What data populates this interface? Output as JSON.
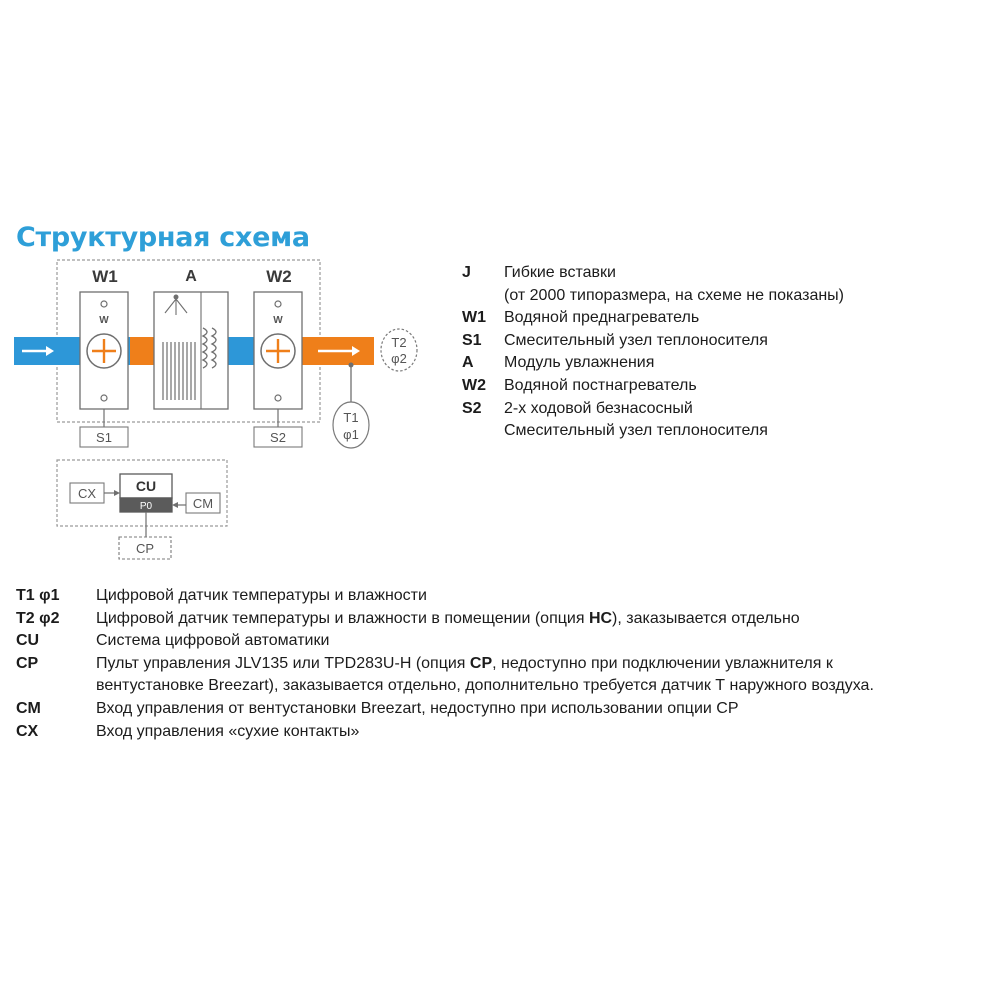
{
  "title": "Структурная схема",
  "colors": {
    "title": "#2e9fd8",
    "cold_air": "#2d97d8",
    "warm_air": "#ef7f1a",
    "box_border": "#6f6f6f",
    "cu_dark": "#5b5b5b"
  },
  "diagram": {
    "w1_label": "W1",
    "a_label": "A",
    "w2_label": "W2",
    "w_symbol": "W",
    "s1_label": "S1",
    "s2_label": "S2",
    "t1_label": "T1",
    "phi1_label": "φ1",
    "t2_label": "T2",
    "phi2_label": "φ2",
    "cu_label": "CU",
    "p0_label": "P0",
    "cx_label": "CX",
    "cm_label": "CM",
    "cp_label": "CP"
  },
  "legend_top": [
    {
      "code": "J",
      "text": "Гибкие вставки"
    },
    {
      "code": "",
      "text": "(от 2000 типоразмера, на схеме не показаны)"
    },
    {
      "code": "W1",
      "text": "Водяной преднагреватель"
    },
    {
      "code": "S1",
      "text": "Смесительный узел теплоносителя"
    },
    {
      "code": "A",
      "text": "Модуль увлажнения"
    },
    {
      "code": "W2",
      "text": "Водяной постнагреватель"
    },
    {
      "code": "S2",
      "text": "2-х ходовой безнасосный"
    },
    {
      "code": "",
      "text": "Смесительный узел теплоносителя"
    }
  ],
  "legend_bottom": {
    "t1": {
      "code": "T1 φ1",
      "text": "Цифровой датчик температуры и влажности"
    },
    "t2": {
      "code": "T2 φ2",
      "text_before": "Цифровой датчик температуры и влажности в помещении (опция ",
      "bold": "HC",
      "text_after": "), заказывается отдельно"
    },
    "cu": {
      "code": "CU",
      "text": "Система цифровой автоматики"
    },
    "cp": {
      "code": "CP",
      "text_before": "Пульт управления JLV135 или TPD283U-H (опция ",
      "bold": "CP",
      "text_after": ", недоступно при подключении увлажнителя к",
      "line2": "вентустановке Breezart), заказывается отдельно, дополнительно требуется датчик Т наружного воздуха."
    },
    "cm": {
      "code": "CM",
      "text": "Вход управления от вентустановки Breezart, недоступно при использовании опции CP"
    },
    "cx": {
      "code": "CX",
      "text": "Вход управления «сухие контакты»"
    }
  }
}
